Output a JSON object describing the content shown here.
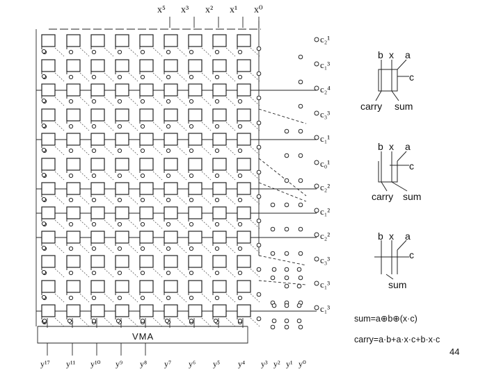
{
  "x_labels": [
    "x⁵",
    "x³",
    "x²",
    "x¹",
    "x⁰"
  ],
  "c_labels": [
    "c₂¹",
    "c₁³",
    "c₂⁴",
    "c₃³",
    "c₁¹",
    "c₀¹",
    "c₂²",
    "c₁²",
    "c₂²",
    "c₃³",
    "c₁³",
    "c₁³"
  ],
  "y_labels": [
    "y¹⁷",
    "y¹¹",
    "y¹⁰",
    "y⁹",
    "y⁸",
    "y⁷",
    "y⁶",
    "y⁵",
    "y⁴",
    "y³",
    "y²",
    "y¹",
    "y⁰"
  ],
  "vma_label": "VMA",
  "legend": {
    "cell1": {
      "b": "b",
      "x": "x",
      "a": "a",
      "c": "c",
      "carry": "carry",
      "sum": "sum"
    },
    "cell2": {
      "b": "b",
      "x": "x",
      "a": "a",
      "c": "c",
      "carry": "carry",
      "sum": "sum"
    },
    "cell3": {
      "b": "b",
      "x": "x",
      "a": "a",
      "c": "c",
      "sum": "sum"
    }
  },
  "equations": {
    "sum": "sum=a⊕b⊕(x·c)",
    "carry": "carry=a·b+a·x·c+b·x·c"
  },
  "page_number": "44"
}
